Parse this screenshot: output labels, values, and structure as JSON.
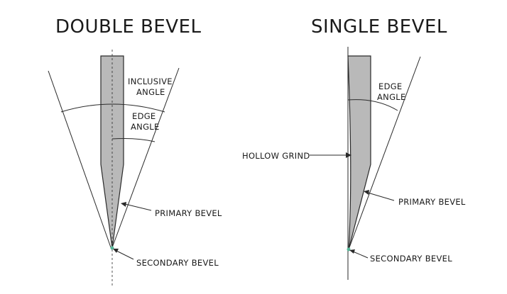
{
  "left_panel": {
    "title": "DOUBLE BEVEL",
    "labels": {
      "inclusive_angle": [
        "INCLUSIVE",
        "ANGLE"
      ],
      "edge_angle": [
        "EDGE",
        "ANGLE"
      ],
      "primary_bevel": "PRIMARY BEVEL",
      "secondary_bevel": "SECONDARY BEVEL"
    }
  },
  "right_panel": {
    "title": "SINGLE BEVEL",
    "labels": {
      "edge_angle": [
        "EDGE",
        "ANGLE"
      ],
      "hollow_grind": "HOLLOW GRIND",
      "primary_bevel": "PRIMARY BEVEL",
      "secondary_bevel": "SECONDARY BEVEL"
    }
  },
  "colors": {
    "blade_fill": "#b9b9b9",
    "line": "#2a2a2a",
    "tip_accent": "#58b89a",
    "background": "#ffffff"
  }
}
